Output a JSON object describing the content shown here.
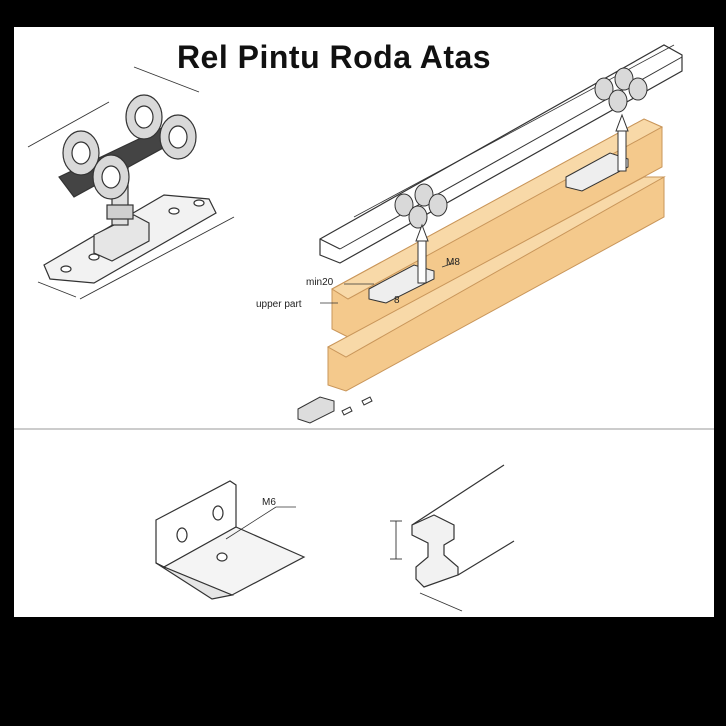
{
  "title": "Rel Pintu Roda Atas",
  "labels": {
    "bolt_size_top": "M8",
    "min_gap": "min20",
    "gap_value": "8",
    "upper_part": "upper part",
    "bracket_bolt": "M6"
  },
  "colors": {
    "background": "#000000",
    "sheet": "#ffffff",
    "wood": "#f4c98c",
    "wood_edge": "#c9965a",
    "line": "#333333"
  }
}
